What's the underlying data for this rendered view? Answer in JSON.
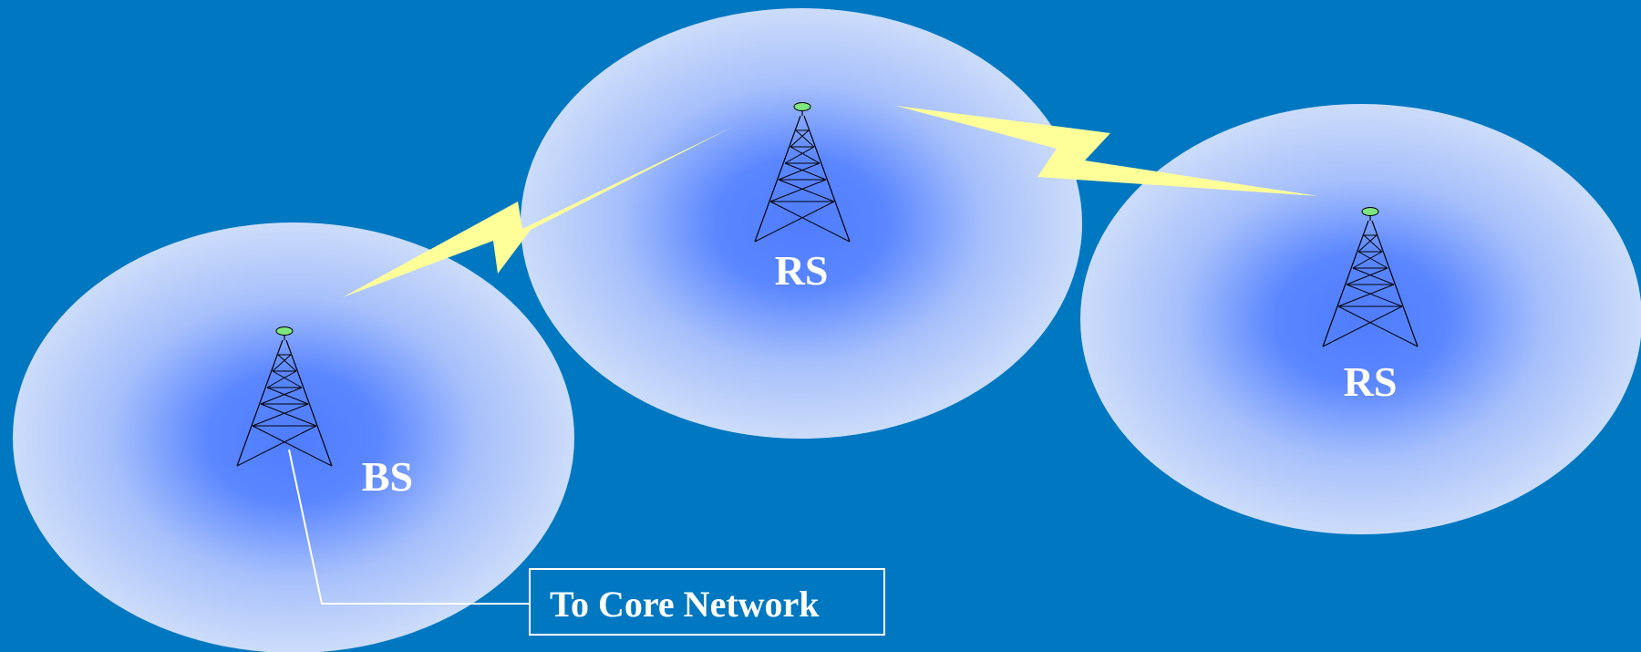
{
  "diagram": {
    "background_color": "#0078c1",
    "cell_gradient": {
      "center": "#4f7dff",
      "edge": "#ccdcfa"
    },
    "lightning_color": "#ffff99",
    "tower_tip_color": "#7fe57f",
    "stations": [
      {
        "id": "bs",
        "label": "BS",
        "icon": "radio-tower-icon"
      },
      {
        "id": "rs1",
        "label": "RS",
        "icon": "radio-tower-icon"
      },
      {
        "id": "rs2",
        "label": "RS",
        "icon": "radio-tower-icon"
      }
    ],
    "links": [
      {
        "from": "bs",
        "to": "rs1",
        "icon": "lightning-bolt-icon"
      },
      {
        "from": "rs1",
        "to": "rs2",
        "icon": "lightning-bolt-icon"
      }
    ],
    "core_network": {
      "label": "To Core Network"
    }
  }
}
